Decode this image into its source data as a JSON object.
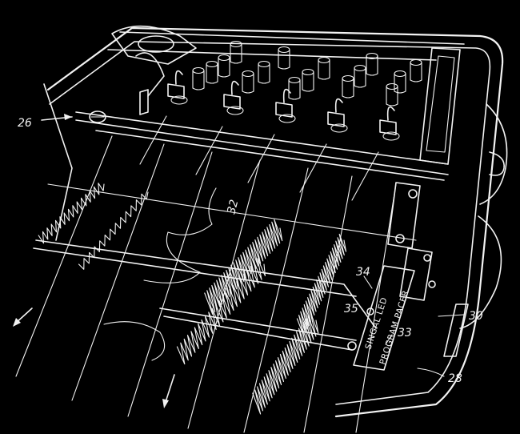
{
  "panel": {
    "line1": "SINGAL LED",
    "line2": "PROGRAM PACER"
  },
  "refs": {
    "r26": "26",
    "r28": "28",
    "r30": "30",
    "r32": "32",
    "r33": "33",
    "r34": "34",
    "r35": "35"
  },
  "colors": {
    "background": "#000000",
    "ink": "#f2f2f2"
  }
}
